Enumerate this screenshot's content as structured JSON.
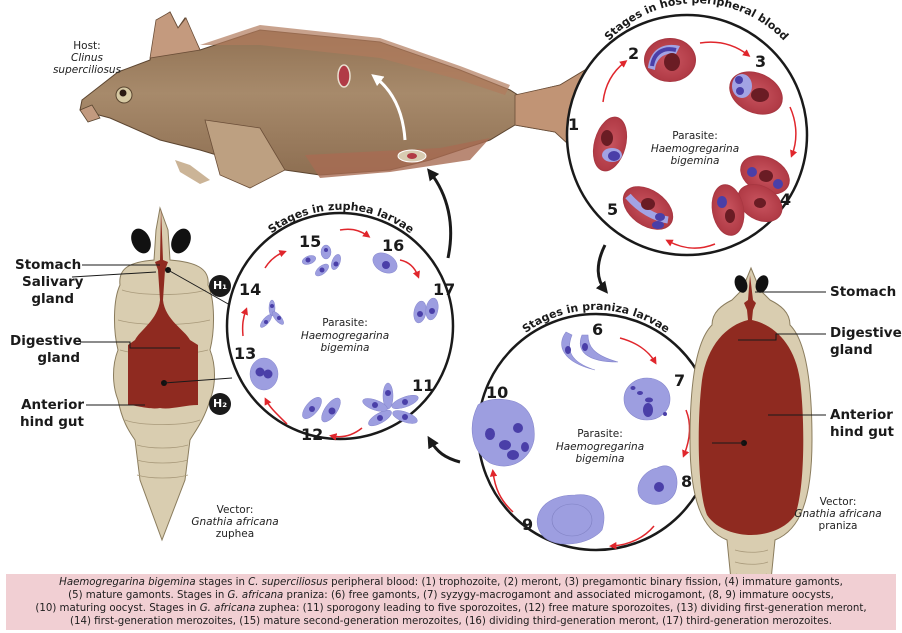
{
  "host": {
    "label": "Host:",
    "species": "Clinus superciliosus",
    "species_line1": "Clinus",
    "species_line2": "superciliosus"
  },
  "cycles": {
    "blood": {
      "title": "Stages in host peripheral blood",
      "parasite_label": "Parasite:",
      "parasite_genus": "Haemogregarina",
      "parasite_species": "bigemina",
      "stages": [
        "1",
        "2",
        "3",
        "4",
        "5"
      ]
    },
    "zuphea": {
      "title": "Stages in zuphea larvae",
      "parasite_label": "Parasite:",
      "parasite_genus": "Haemogregarina",
      "parasite_species": "bigemina",
      "stages": [
        "11",
        "12",
        "13",
        "14",
        "15",
        "16",
        "17"
      ]
    },
    "praniza": {
      "title": "Stages in praniza larvae",
      "parasite_label": "Parasite:",
      "parasite_genus": "Haemogregarina",
      "parasite_species": "bigemina",
      "stages": [
        "6",
        "7",
        "8",
        "9",
        "10"
      ]
    }
  },
  "zuphea_vector": {
    "labels": {
      "stomach": "Stomach",
      "salivary1": "Salivary",
      "salivary2": "gland",
      "digestive1": "Digestive",
      "digestive2": "gland",
      "hindgut1": "Anterior",
      "hindgut2": "hind gut"
    },
    "badges": {
      "h1": "H₁",
      "h2": "H₂"
    },
    "vector_label": "Vector:",
    "vector_species": "Gnathia africana",
    "vector_stage": "zuphea"
  },
  "praniza_vector": {
    "labels": {
      "stomach": "Stomach",
      "digestive1": "Digestive",
      "digestive2": "gland",
      "hindgut1": "Anterior",
      "hindgut2": "hind gut"
    },
    "vector_label": "Vector:",
    "vector_species": "Gnathia africana",
    "vector_stage": "praniza"
  },
  "caption": {
    "line1_genus": "Haemogregarina bigemina",
    "line1_a": " stages in ",
    "line1_host": "C. superciliosus",
    "line1_b": " peripheral blood: (1) trophozoite, (2) meront, (3) pregamontic binary fission, (4) immature gamonts,",
    "line2_a": "(5) mature gamonts. Stages in ",
    "line2_sp": "G. africana",
    "line2_b": " praniza: (6) free gamonts, (7) syzygy-macrogamont and associated microgamont, (8, 9) immature oocysts,",
    "line3_a": "(10) maturing oocyst. Stages in ",
    "line3_sp": "G. africana",
    "line3_b": " zuphea: (11) sporogony leading to five sporozoites, (12) free mature sporozoites, (13) dividing first-generation meront,",
    "line4": "(14) first-generation merozoites, (15) mature second-generation merozoites, (16) dividing third-generation meront, (17) third-generation merozoites."
  },
  "colors": {
    "arrow_red": "#e0262c",
    "rbc": "#b8404a",
    "parasite": "#9d9ee0",
    "nucleus": "#4a3fa8",
    "gut": "#8f2a20",
    "body": "#d9cdb0",
    "caption_bg": "#f1cfd3"
  }
}
